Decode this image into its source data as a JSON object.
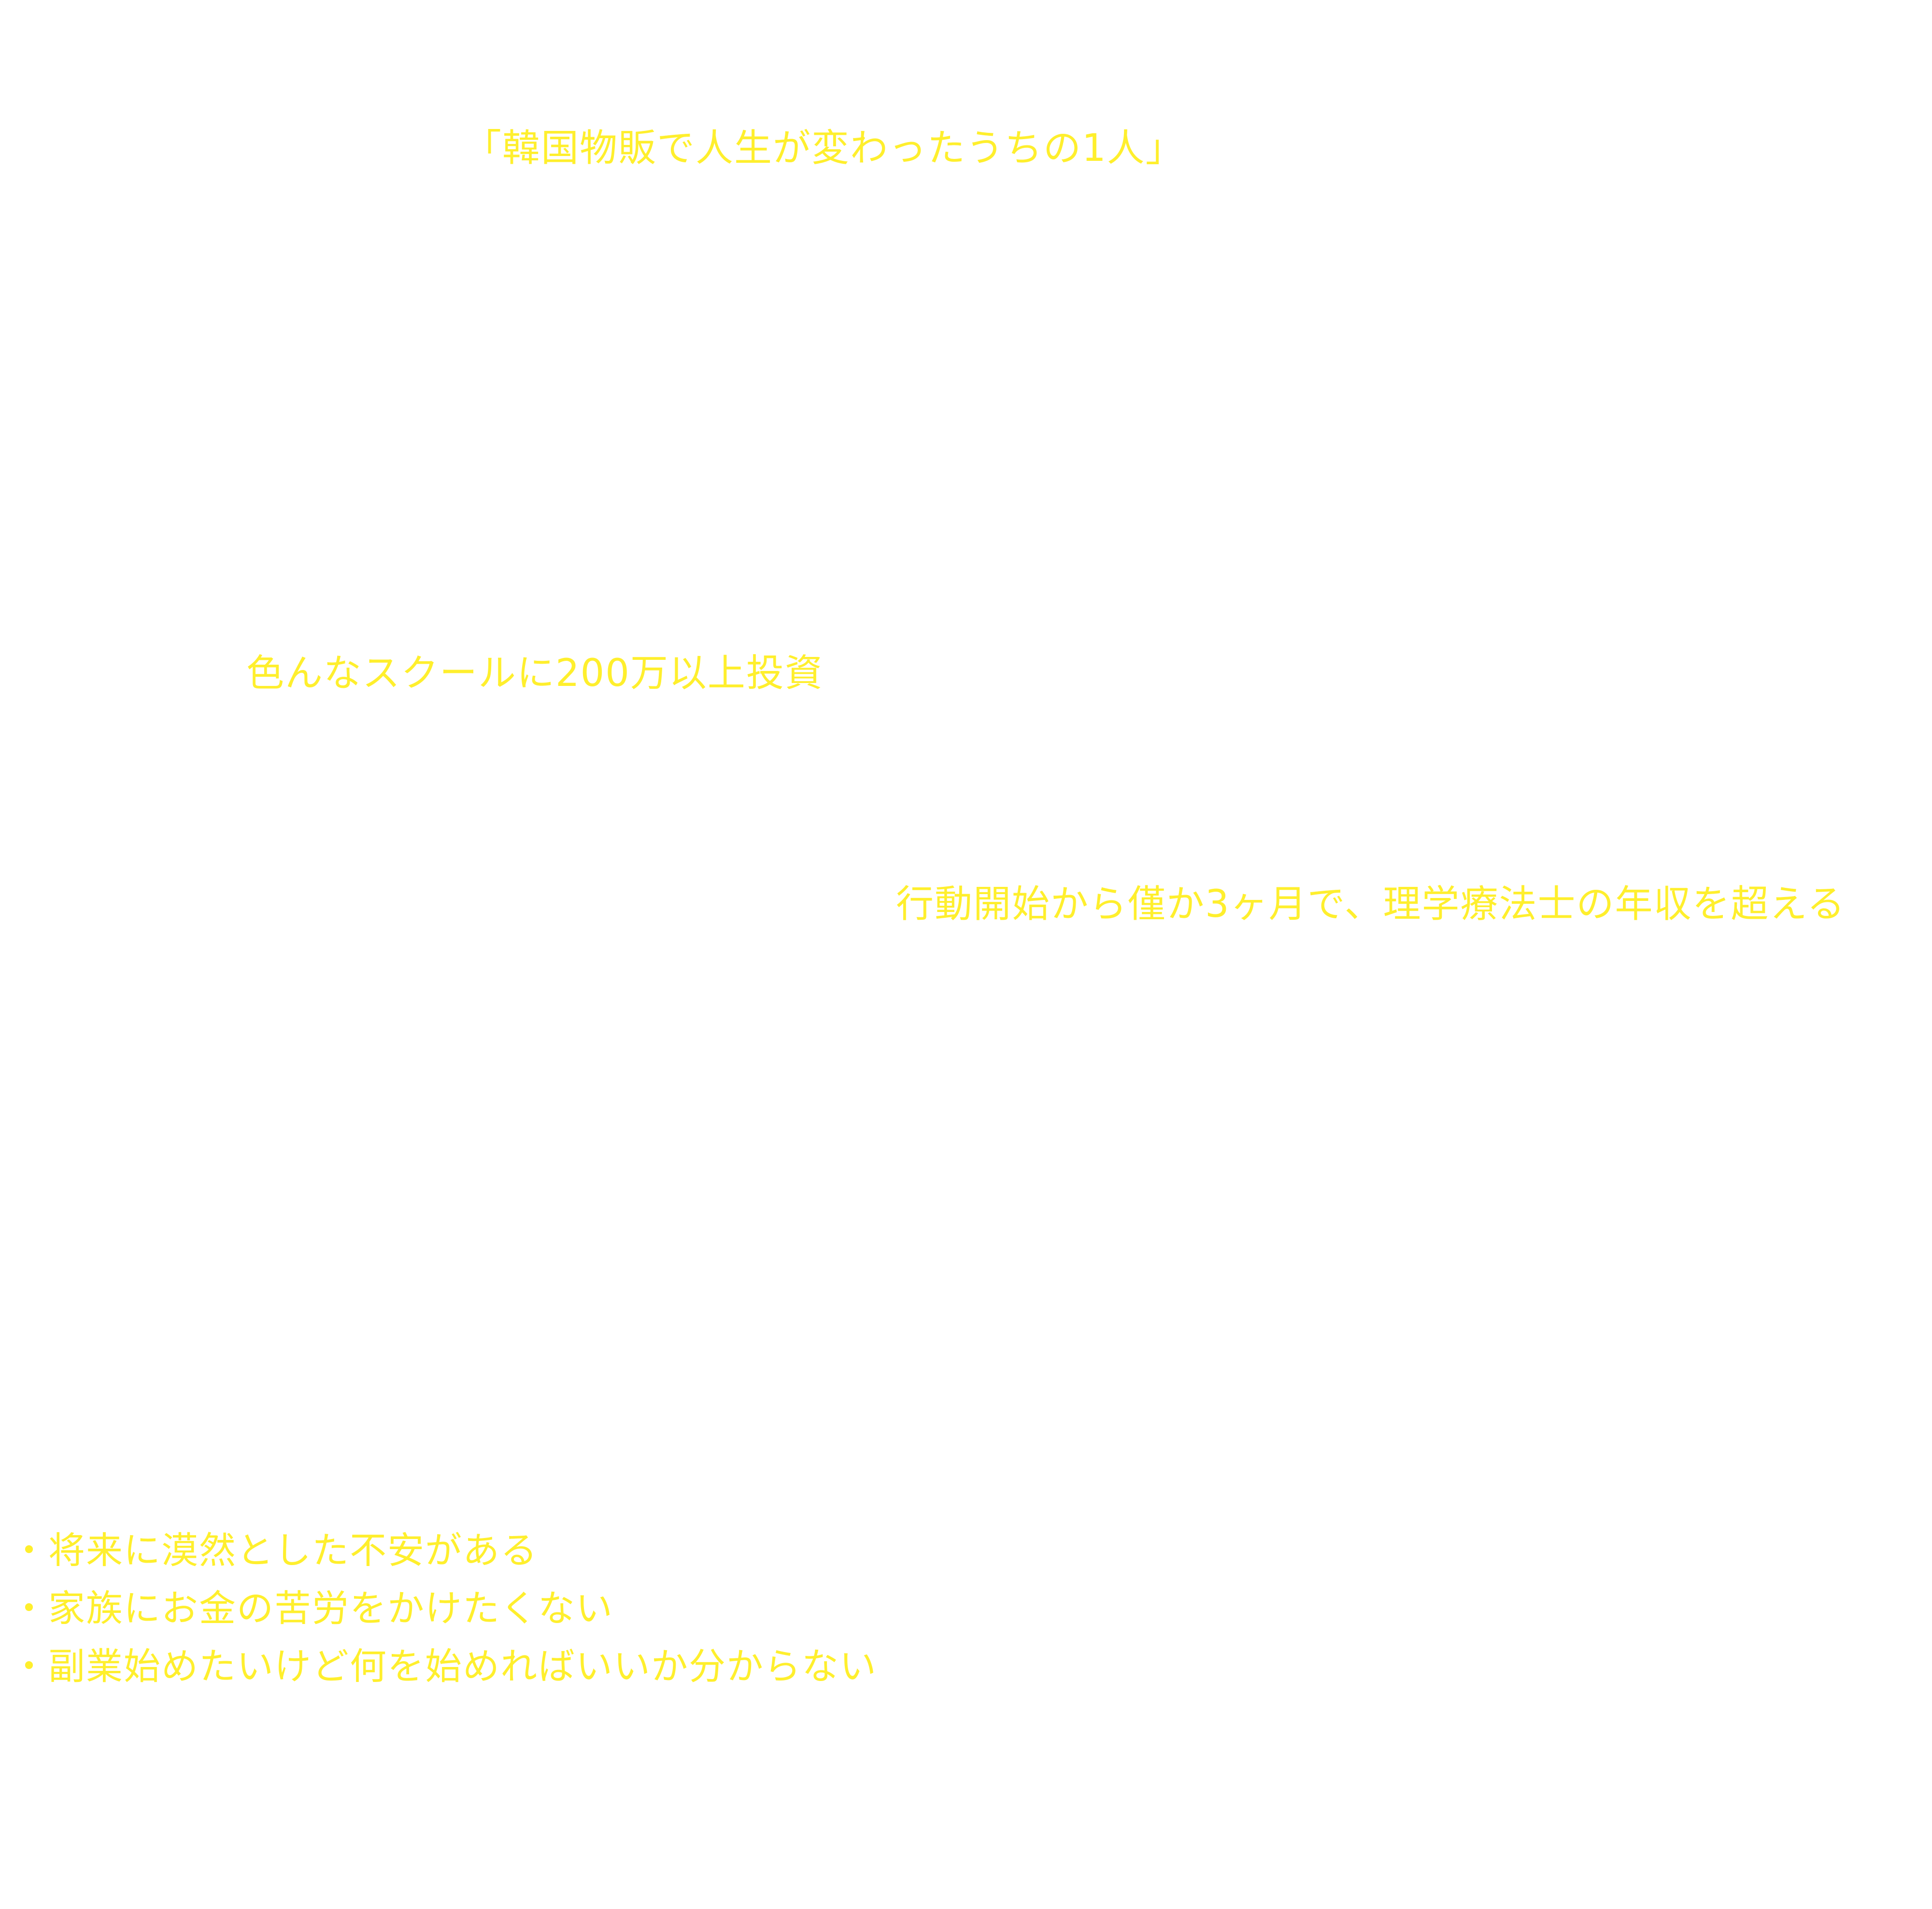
{
  "headline": "「韓国物販で人生が変わったうちの1人」",
  "school_investment": "色んなスクールに200万以上投資",
  "result": "行動開始から僅か3ヶ月で、理学療法士の年収を超える",
  "worries": [
    "・将来に漠然とした不安がある",
    "・家族にお金の苦労をかけたくない",
    "・副業始めたいけど何を始めればいいか分からない"
  ],
  "colors": {
    "background": "#ffffff",
    "text_accent": "#ffef2d"
  }
}
